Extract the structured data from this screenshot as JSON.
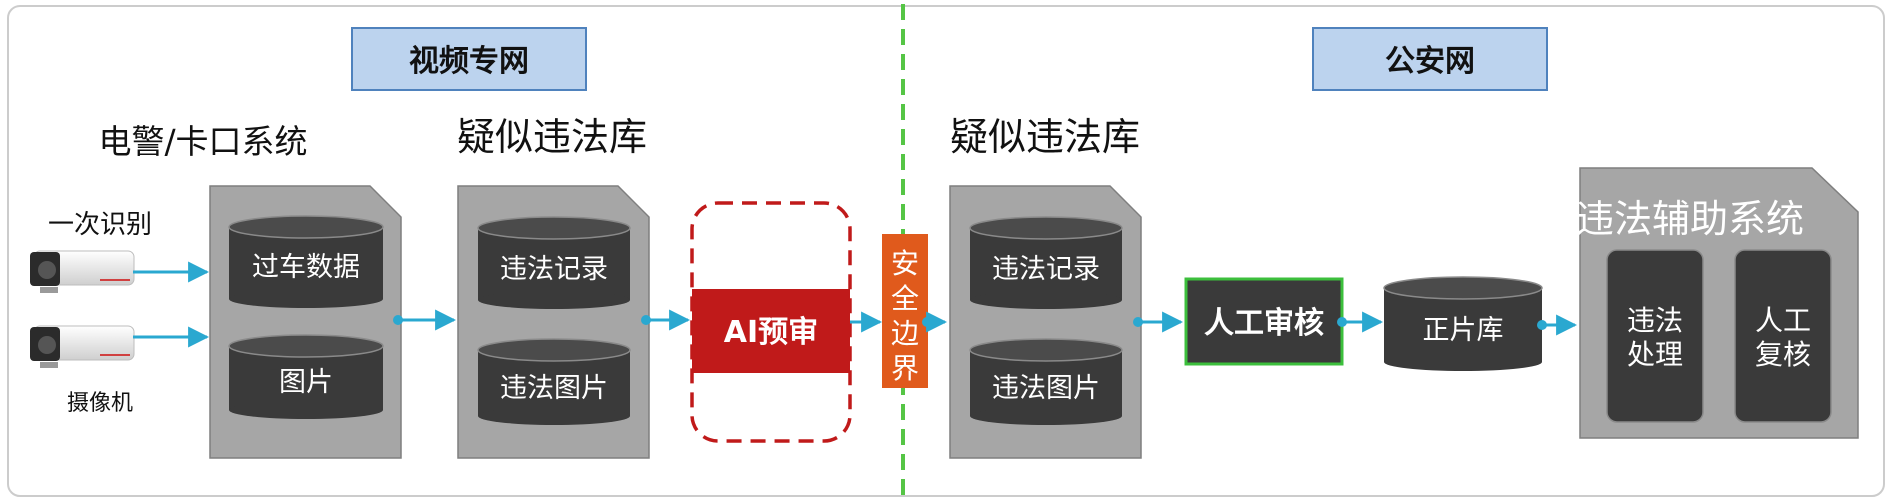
{
  "zones": {
    "left_header": "视频专网",
    "right_header": "公安网"
  },
  "left": {
    "system_title": "电警/卡口系统",
    "first_recognition": "一次识别",
    "camera_label": "摄像机",
    "system_db1": "过车数据",
    "system_db2": "图片",
    "suspect_title": "疑似违法库",
    "suspect_db1": "违法记录",
    "suspect_db2": "违法图片",
    "ai_review": "AI预审"
  },
  "boundary": {
    "chars": [
      "安",
      "全",
      "边",
      "界"
    ]
  },
  "right": {
    "suspect_title": "疑似违法库",
    "suspect_db1": "违法记录",
    "suspect_db2": "违法图片",
    "manual_review": "人工审核",
    "positive_db": "正片库",
    "aux_title": "违法辅助系统",
    "module1_line1": "违法",
    "module1_line2": "处理",
    "module2_line1": "人工",
    "module2_line2": "复核"
  },
  "colors": {
    "header_fill": "#bcd3ee",
    "header_stroke": "#4f82bd",
    "panel_fill": "#a6a6a6",
    "db_fill": "#3a3a3a",
    "ai_red": "#c01a1a",
    "boundary_orange": "#e05a1c",
    "divider_green": "#55c545",
    "arrow_blue": "#2aa8d0",
    "manual_green": "#3cbf3c"
  }
}
